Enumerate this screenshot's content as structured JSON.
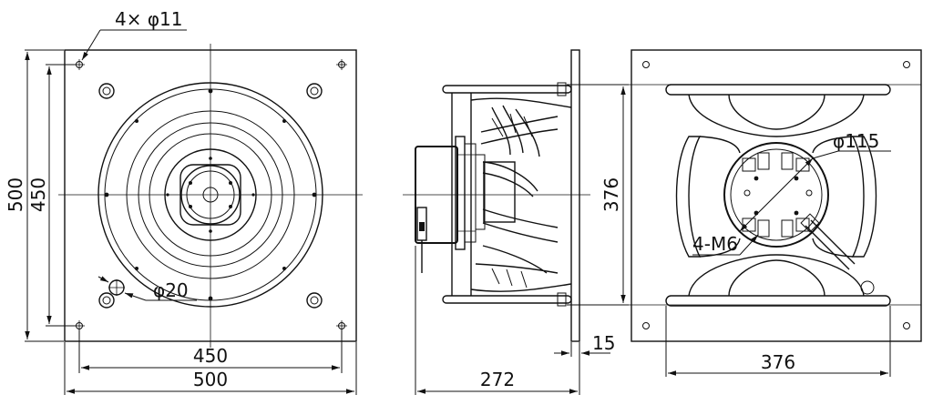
{
  "labels": {
    "front_holes": "4× φ11",
    "front_height_outer": "500",
    "front_height_inner": "450",
    "front_hole_dia": "φ20",
    "front_width_inner": "450",
    "front_width_outer": "500",
    "side_depth": "272",
    "side_flange": "15",
    "side_height": "376",
    "rear_hub_dia": "φ115",
    "rear_thread": "4-M6",
    "rear_width": "376"
  }
}
